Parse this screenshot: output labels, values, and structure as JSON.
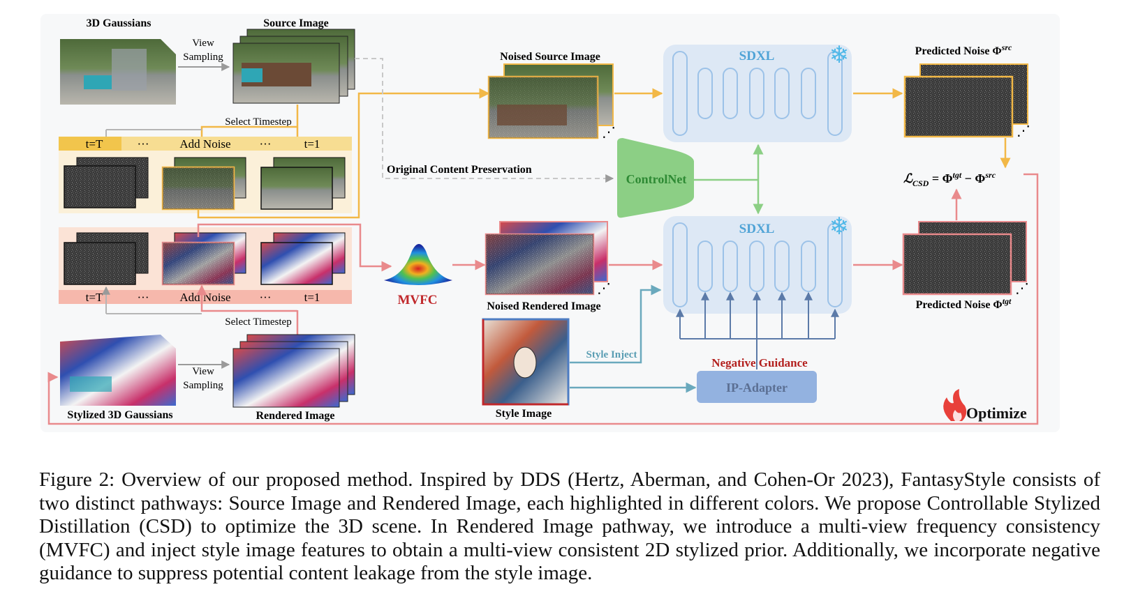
{
  "diagram": {
    "labels": {
      "gaussians_3d": "3D Gaussians",
      "source_image": "Source Image",
      "view_sampling_top": [
        "View",
        "Sampling"
      ],
      "view_sampling_bottom": [
        "View",
        "Sampling"
      ],
      "select_timestep_top": "Select Timestep",
      "select_timestep_bottom": "Select Timestep",
      "noise_bar_top": {
        "t_start": "t=T",
        "dots1": "···",
        "add_noise": "Add Noise",
        "dots2": "···",
        "t_end": "t=1"
      },
      "noise_bar_bottom": {
        "t_start": "t=T",
        "dots1": "···",
        "add_noise": "Add Noise",
        "dots2": "···",
        "t_end": "t=1"
      },
      "original_content": "Original Content Preservation",
      "noised_source": "Noised Source Image",
      "noised_rendered": "Noised Rendered Image",
      "mvfc": "MVFC",
      "sdxl_top": "SDXL",
      "sdxl_bottom": "SDXL",
      "controlnet": "ControlNet",
      "predicted_src": "Predicted  Noise Φ",
      "predicted_src_sup": "src",
      "predicted_tgt": "Predicted  Noise Φ",
      "predicted_tgt_sup": "tgt",
      "loss": {
        "L": "ℒ",
        "sub": "CSD",
        "eq": " = Φ",
        "sup1": "tgt",
        "minus": " − Φ",
        "sup2": "src"
      },
      "stylized_gaussians": "Stylized 3D Gaussians",
      "rendered_image": "Rendered Image",
      "style_image": "Style Image",
      "style_inject": "Style Inject",
      "negative_guidance": "Negative Guidance",
      "ip_adapter": "IP-Adapter",
      "optimize": "Optimize"
    },
    "colors": {
      "source_path": "#f2b847",
      "rendered_path": "#e98a8c",
      "controlnet": "#8ccf85",
      "sdxl_bg": "#dde8f5",
      "sdxl_text": "#4fa3d6",
      "ip_adapter": "#93b2e0",
      "style_inject": "#6aa9bd",
      "mvfc_text": "#c0282b",
      "gray_arrow": "#b5b5b5"
    },
    "icons": [
      "snowflake-icon",
      "flame-icon",
      "gaussian-surface-icon"
    ]
  },
  "caption": "Figure 2: Overview of our proposed method. Inspired by DDS (Hertz, Aberman, and Cohen-Or 2023), FantasyStyle consists of two distinct pathways: Source Image and Rendered Image, each highlighted in different colors. We propose Controllable Stylized Distillation (CSD) to optimize the 3D scene. In Rendered Image pathway, we introduce a multi-view frequency consistency (MVFC) and inject style image features to obtain a multi-view consistent 2D stylized prior. Additionally, we incorporate negative guidance to suppress potential content leakage from the style image."
}
